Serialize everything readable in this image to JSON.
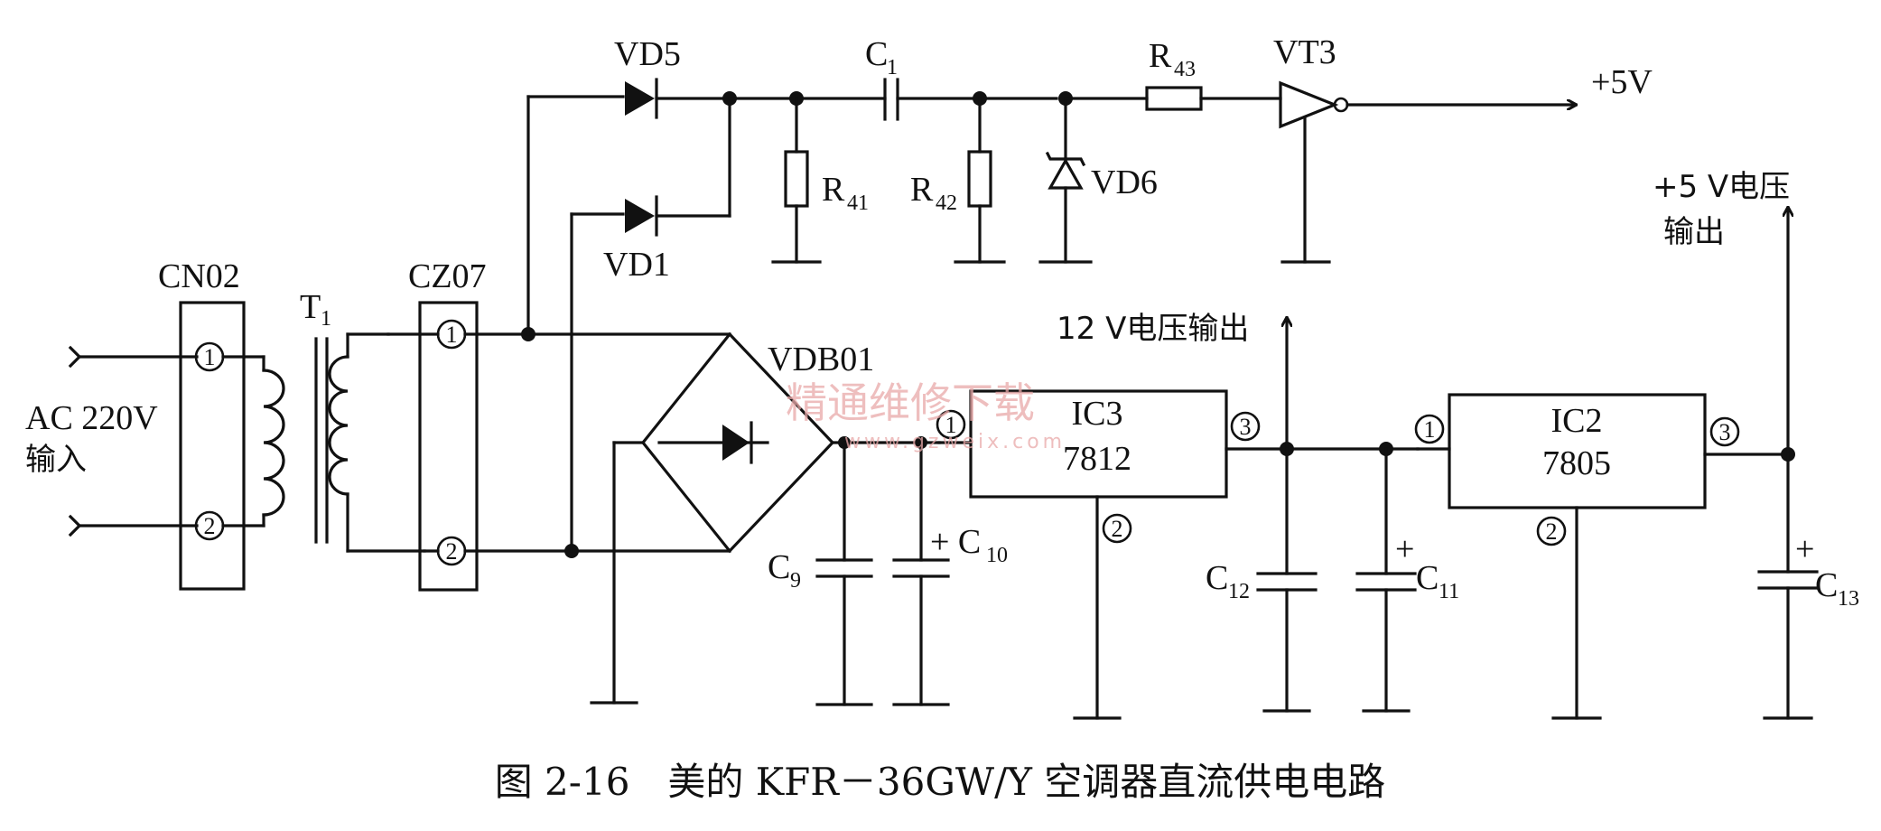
{
  "labels": {
    "ac_input_1": "AC 220V",
    "ac_input_2": "输入",
    "cn02": "CN02",
    "t1": "T",
    "t1_sub": "1",
    "cz07": "CZ07",
    "vd5": "VD5",
    "vd1": "VD1",
    "c1": "C",
    "c1_sub": "1",
    "r41": "R",
    "r41_sub": "41",
    "r42": "R",
    "r42_sub": "42",
    "vd6": "VD6",
    "r43": "R",
    "r43_sub": "43",
    "vt3": "VT3",
    "out_5v_top": "+5V",
    "out_5v_right_1": "+5 V电压",
    "out_5v_right_2": "输出",
    "out_12v": "12 V电压输出",
    "vdb01": "VDB01",
    "ic3_name": "IC3",
    "ic3_part": "7812",
    "ic2_name": "IC2",
    "ic2_part": "7805",
    "c9": "C",
    "c9_sub": "9",
    "c10": "+ C",
    "c10_sub": "10",
    "c12": "C",
    "c12_sub": "12",
    "c11": "C",
    "c11_sub": "11",
    "c11_plus": "+",
    "c13": "C",
    "c13_sub": "13",
    "c13_plus": "+",
    "pin1": "1",
    "pin2": "2",
    "pin3": "3"
  },
  "watermark": {
    "text": "精通维修下载",
    "url": "www.gzweix.com"
  },
  "caption": "图 2-16　美的 KFR－36GW/Y 空调器直流供电电路"
}
